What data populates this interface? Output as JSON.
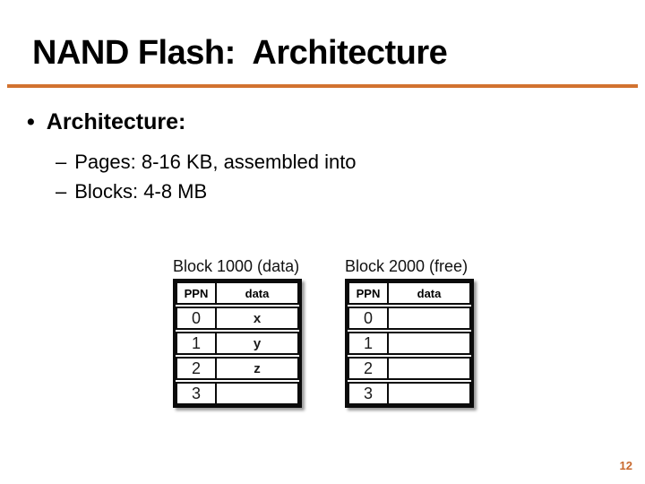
{
  "slide": {
    "title": "NAND Flash:  Architecture",
    "page_number": "12",
    "accent_color": "#d2722f"
  },
  "bullets": {
    "marker": "•",
    "main": "Architecture:",
    "sub_marker": "–",
    "sub": [
      "Pages: 8-16 KB, assembled into",
      "Blocks: 4-8 MB"
    ]
  },
  "figure": {
    "tables": [
      {
        "title": "Block 1000 (data)",
        "columns": [
          "PPN",
          "data"
        ],
        "rows": [
          {
            "ppn": "0",
            "data": "x"
          },
          {
            "ppn": "1",
            "data": "y"
          },
          {
            "ppn": "2",
            "data": "z"
          },
          {
            "ppn": "3",
            "data": ""
          }
        ]
      },
      {
        "title": "Block 2000 (free)",
        "columns": [
          "PPN",
          "data"
        ],
        "rows": [
          {
            "ppn": "0",
            "data": ""
          },
          {
            "ppn": "1",
            "data": ""
          },
          {
            "ppn": "2",
            "data": ""
          },
          {
            "ppn": "3",
            "data": ""
          }
        ]
      }
    ]
  }
}
